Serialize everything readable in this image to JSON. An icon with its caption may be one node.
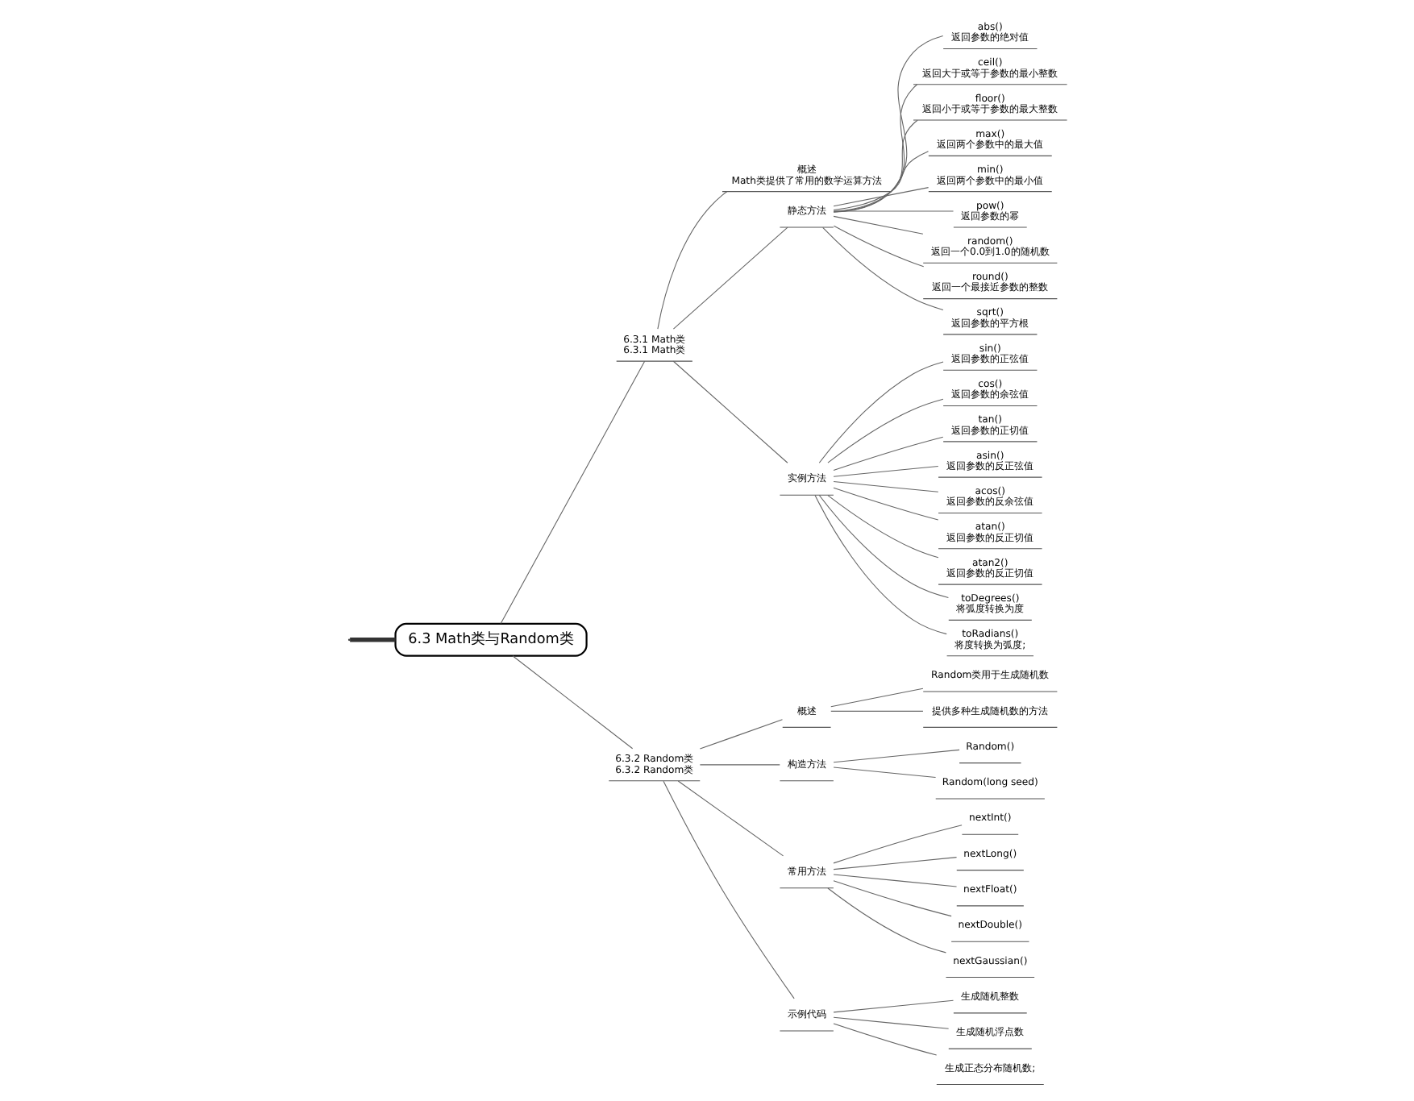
{
  "diagram": {
    "nodes": [
      {
        "text": [
          "6.3 Math类与Random类"
        ]
      },
      {
        "text": [
          "6.3.1 Math类",
          "6.3.1 Math类"
        ]
      },
      {
        "text": [
          "概述",
          "Math类提供了常用的数学运算方法"
        ]
      },
      {
        "text": [
          "静态方法"
        ]
      },
      {
        "text": [
          "abs()",
          "返回参数的绝对值"
        ]
      },
      {
        "text": [
          "ceil()",
          "返回大于或等于参数的最小整数"
        ]
      },
      {
        "text": [
          "floor()",
          "返回小于或等于参数的最大整数"
        ]
      },
      {
        "text": [
          "max()",
          "返回两个参数中的最大值"
        ]
      },
      {
        "text": [
          "min()",
          "返回两个参数中的最小值"
        ]
      },
      {
        "text": [
          "pow()",
          "返回参数的幂"
        ]
      },
      {
        "text": [
          "random()",
          "返回一个0.0到1.0的随机数"
        ]
      },
      {
        "text": [
          "round()",
          "返回一个最接近参数的整数"
        ]
      },
      {
        "text": [
          "sqrt()",
          "返回参数的平方根"
        ]
      },
      {
        "text": [
          "实例方法"
        ]
      },
      {
        "text": [
          "sin()",
          "返回参数的正弦值"
        ]
      },
      {
        "text": [
          "cos()",
          "返回参数的余弦值"
        ]
      },
      {
        "text": [
          "tan()",
          "返回参数的正切值"
        ]
      },
      {
        "text": [
          "asin()",
          "返回参数的反正弦值"
        ]
      },
      {
        "text": [
          "acos()",
          "返回参数的反余弦值"
        ]
      },
      {
        "text": [
          "atan()",
          "返回参数的反正切值"
        ]
      },
      {
        "text": [
          "atan2()",
          "返回参数的反正切值"
        ]
      },
      {
        "text": [
          "toDegrees()",
          "将弧度转换为度"
        ]
      },
      {
        "text": [
          "toRadians()",
          "将度转换为弧度;"
        ]
      },
      {
        "text": [
          "6.3.2 Random类",
          "6.3.2 Random类"
        ]
      },
      {
        "text": [
          "概述"
        ]
      },
      {
        "text": [
          "Random类用于生成随机数"
        ]
      },
      {
        "text": [
          "提供多种生成随机数的方法"
        ]
      },
      {
        "text": [
          "构造方法"
        ]
      },
      {
        "text": [
          "Random()"
        ]
      },
      {
        "text": [
          "Random(long seed)"
        ]
      },
      {
        "text": [
          "常用方法"
        ]
      },
      {
        "text": [
          "nextInt()"
        ]
      },
      {
        "text": [
          "nextLong()"
        ]
      },
      {
        "text": [
          "nextFloat()"
        ]
      },
      {
        "text": [
          "nextDouble()"
        ]
      },
      {
        "text": [
          "nextGaussian()"
        ]
      },
      {
        "text": [
          "示例代码"
        ]
      },
      {
        "text": [
          "生成随机整数"
        ]
      },
      {
        "text": [
          "生成随机浮点数"
        ]
      },
      {
        "text": [
          "生成正态分布随机数;"
        ]
      }
    ],
    "edges": [
      {
        "from": null,
        "to": 0,
        "arrow": "none",
        "style": "thick"
      },
      {
        "from": 0,
        "to": 1,
        "arrow": "none"
      },
      {
        "from": 1,
        "to": 2,
        "arrow": "none"
      },
      {
        "from": 1,
        "to": 3,
        "arrow": "none"
      },
      {
        "from": 3,
        "to": 4,
        "arrow": "none"
      },
      {
        "from": 3,
        "to": 5,
        "arrow": "none"
      },
      {
        "from": 3,
        "to": 6,
        "arrow": "none"
      },
      {
        "from": 3,
        "to": 7,
        "arrow": "none"
      },
      {
        "from": 3,
        "to": 8,
        "arrow": "none"
      },
      {
        "from": 3,
        "to": 9,
        "arrow": "none"
      },
      {
        "from": 3,
        "to": 10,
        "arrow": "none"
      },
      {
        "from": 3,
        "to": 11,
        "arrow": "none"
      },
      {
        "from": 3,
        "to": 12,
        "arrow": "none"
      },
      {
        "from": 1,
        "to": 13,
        "arrow": "none"
      },
      {
        "from": 13,
        "to": 14,
        "arrow": "none"
      },
      {
        "from": 13,
        "to": 15,
        "arrow": "none"
      },
      {
        "from": 13,
        "to": 16,
        "arrow": "none"
      },
      {
        "from": 13,
        "to": 17,
        "arrow": "none"
      },
      {
        "from": 13,
        "to": 18,
        "arrow": "none"
      },
      {
        "from": 13,
        "to": 19,
        "arrow": "none"
      },
      {
        "from": 13,
        "to": 20,
        "arrow": "none"
      },
      {
        "from": 13,
        "to": 21,
        "arrow": "none"
      },
      {
        "from": 13,
        "to": 22,
        "arrow": "none"
      },
      {
        "from": 0,
        "to": 23,
        "arrow": "none"
      },
      {
        "from": 23,
        "to": 24,
        "arrow": "none"
      },
      {
        "from": 24,
        "to": 25,
        "arrow": "none"
      },
      {
        "from": 24,
        "to": 26,
        "arrow": "none"
      },
      {
        "from": 23,
        "to": 27,
        "arrow": "none"
      },
      {
        "from": 27,
        "to": 28,
        "arrow": "none"
      },
      {
        "from": 27,
        "to": 29,
        "arrow": "none"
      },
      {
        "from": 23,
        "to": 30,
        "arrow": "none"
      },
      {
        "from": 30,
        "to": 31,
        "arrow": "none"
      },
      {
        "from": 30,
        "to": 32,
        "arrow": "none"
      },
      {
        "from": 30,
        "to": 33,
        "arrow": "none"
      },
      {
        "from": 30,
        "to": 34,
        "arrow": "none"
      },
      {
        "from": 30,
        "to": 35,
        "arrow": "none"
      },
      {
        "from": 23,
        "to": 36,
        "arrow": "none"
      },
      {
        "from": 36,
        "to": 37,
        "arrow": "none"
      },
      {
        "from": 36,
        "to": 38,
        "arrow": "none"
      },
      {
        "from": 36,
        "to": 39,
        "arrow": "none"
      }
    ]
  }
}
